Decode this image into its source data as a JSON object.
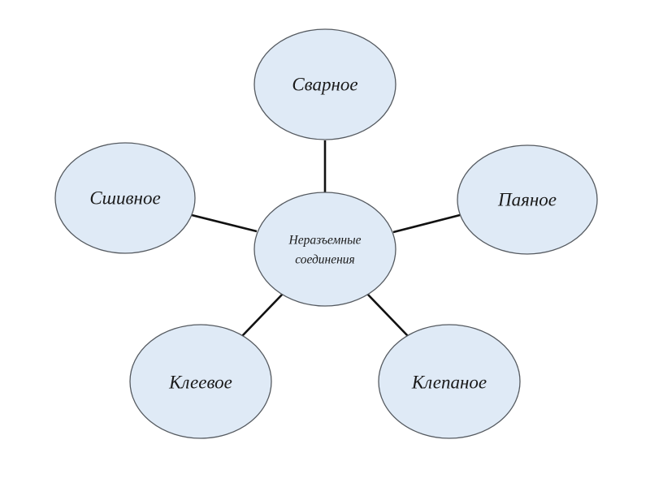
{
  "diagram": {
    "type": "mind-map",
    "center": {
      "id": "center",
      "lines": [
        "Неразъемные",
        "соединения"
      ]
    },
    "nodes": [
      {
        "id": "svarnoe",
        "label": "Сварное"
      },
      {
        "id": "payanoe",
        "label": "Паяное"
      },
      {
        "id": "klepanoe",
        "label": "Клепаное"
      },
      {
        "id": "kleevoe",
        "label": "Клеевое"
      },
      {
        "id": "shivnoe",
        "label": "Сшивное"
      }
    ],
    "edges": [
      {
        "from": "center",
        "to": "svarnoe"
      },
      {
        "from": "center",
        "to": "payanoe"
      },
      {
        "from": "center",
        "to": "klepanoe"
      },
      {
        "from": "center",
        "to": "kleevoe"
      },
      {
        "from": "center",
        "to": "shivnoe"
      }
    ],
    "colors": {
      "node_fill": "#dfeaf6",
      "node_stroke": "#555a60",
      "edge": "#111111",
      "text": "#1a1a1a"
    }
  }
}
